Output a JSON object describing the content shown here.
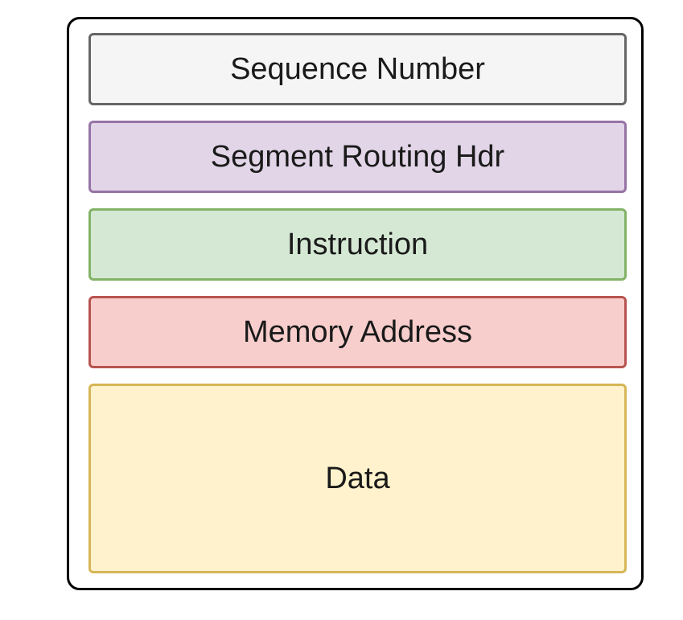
{
  "packet": {
    "fields": [
      {
        "label": "Sequence Number",
        "fill": "#f5f5f5",
        "stroke": "#666666"
      },
      {
        "label": "Segment Routing Hdr",
        "fill": "#e1d5e7",
        "stroke": "#9673a6"
      },
      {
        "label": "Instruction",
        "fill": "#d5e8d4",
        "stroke": "#82b366"
      },
      {
        "label": "Memory Address",
        "fill": "#f8cecc",
        "stroke": "#b85450"
      },
      {
        "label": "Data",
        "fill": "#fff2cc",
        "stroke": "#d6b656"
      }
    ]
  }
}
